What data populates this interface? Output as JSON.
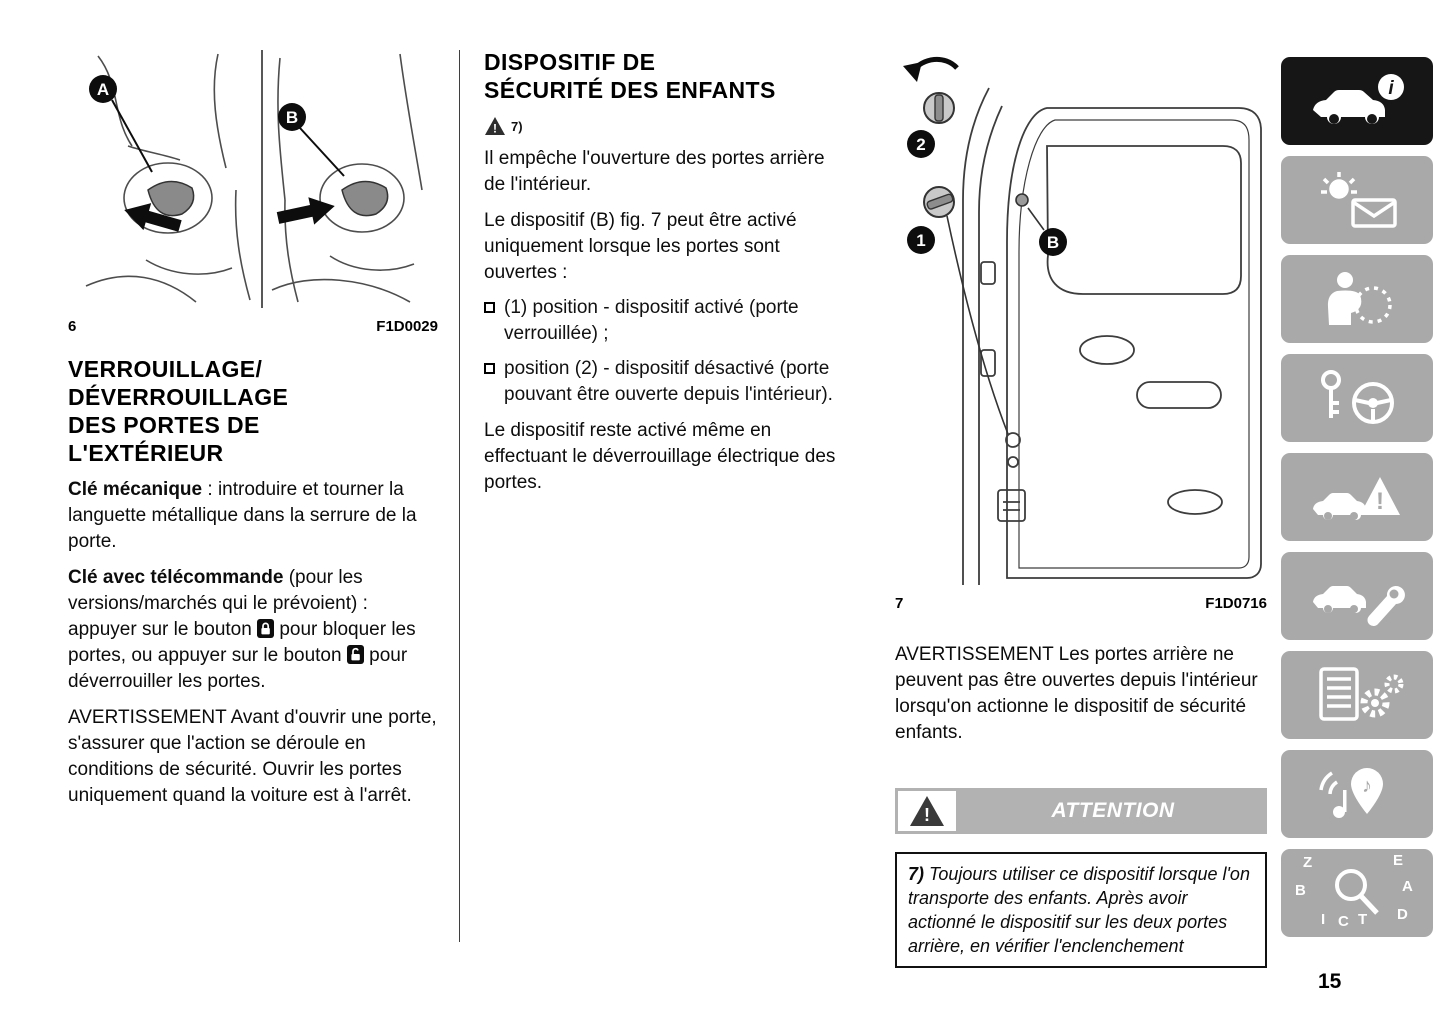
{
  "page_number": "15",
  "colors": {
    "sidebar_button": "#a9a9a9",
    "sidebar_button_active": "#161616",
    "attention_banner": "#b2b2b2",
    "text": "#111111"
  },
  "icons": {
    "info_glyph": "i",
    "exclamation_glyph": "!",
    "note_glyph": "♪",
    "sidebar": [
      "car-info-icon",
      "warning-light-message-icon",
      "airbag-safety-icon",
      "key-steering-wheel-icon",
      "car-warning-triangle-icon",
      "car-wrench-icon",
      "document-gears-icon",
      "navigation-music-icon",
      "alphabetical-index-icon"
    ]
  },
  "figures": {
    "fig6": {
      "number": "6",
      "code": "F1D0029",
      "label_a": "A",
      "label_b": "B"
    },
    "fig7": {
      "number": "7",
      "code": "F1D0716",
      "label_1": "1",
      "label_2": "2",
      "label_b": "B"
    }
  },
  "left": {
    "heading": "VERROUILLAGE/\nDÉVERROUILLAGE\nDES PORTES DE\nL'EXTÉRIEUR",
    "key_mech_bold": "Clé mécanique",
    "key_mech_rest": " : introduire et tourner la languette métallique dans la serrure de la porte.",
    "key_remote_bold": "Clé avec télécommande",
    "key_remote_seg1": " (pour les versions/marchés qui le prévoient) : appuyer sur le bouton ",
    "key_remote_seg2": " pour bloquer les portes, ou appuyer sur le bouton ",
    "key_remote_seg3": " pour déverrouiller les portes.",
    "warning": "AVERTISSEMENT Avant d'ouvrir une porte, s'assurer que l'action se déroule en conditions de sécurité. Ouvrir les portes uniquement quand la voiture est à l'arrêt."
  },
  "middle": {
    "heading": "DISPOSITIF DE\nSÉCURITÉ DES ENFANTS",
    "note_ref": "7)",
    "p1": "Il empêche l'ouverture des portes arrière de l'intérieur.",
    "p2": "Le dispositif (B) fig. 7 peut être activé uniquement lorsque les portes sont ouvertes :",
    "bullet1": "(1) position - dispositif activé (porte verrouillée) ;",
    "bullet2": "position (2) - dispositif désactivé (porte pouvant être ouverte depuis l'intérieur).",
    "p3": "Le dispositif reste activé même en effectuant le déverrouillage électrique des portes."
  },
  "right": {
    "warning": "AVERTISSEMENT Les portes arrière ne peuvent pas être ouvertes depuis l'intérieur lorsqu'on actionne le dispositif de sécurité enfants.",
    "attention_label": "ATTENTION",
    "note_ref": "7)",
    "note_text": " Toujours utiliser ce dispositif lorsque l'on transporte des enfants. Après avoir actionné le dispositif sur les deux portes arrière, en vérifier l'enclenchement"
  },
  "sidebar": {
    "index_letters": [
      "Z",
      "E",
      "A",
      "B",
      "I",
      "C",
      "T",
      "D"
    ]
  }
}
